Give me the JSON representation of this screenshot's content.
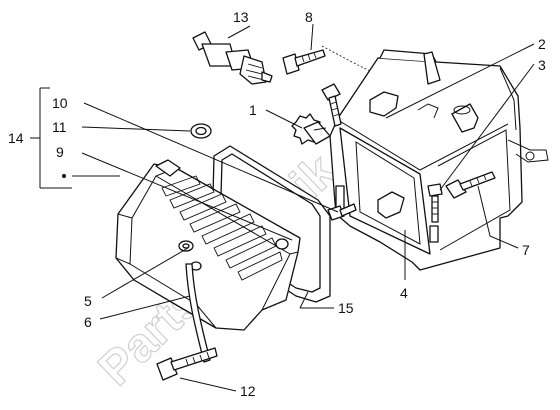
{
  "watermark": "Partsrepublik",
  "callouts": {
    "c1": "1",
    "c2": "2",
    "c3": "3",
    "c4": "4",
    "c5": "5",
    "c6": "6",
    "c7": "7",
    "c8": "8",
    "c9": "9",
    "c10": "10",
    "c11": "11",
    "c12": "12",
    "c13": "13",
    "c14": "14",
    "c15": "15"
  },
  "colors": {
    "ink": "#111111",
    "watermark": "#d0d0d0",
    "background": "#ffffff"
  }
}
